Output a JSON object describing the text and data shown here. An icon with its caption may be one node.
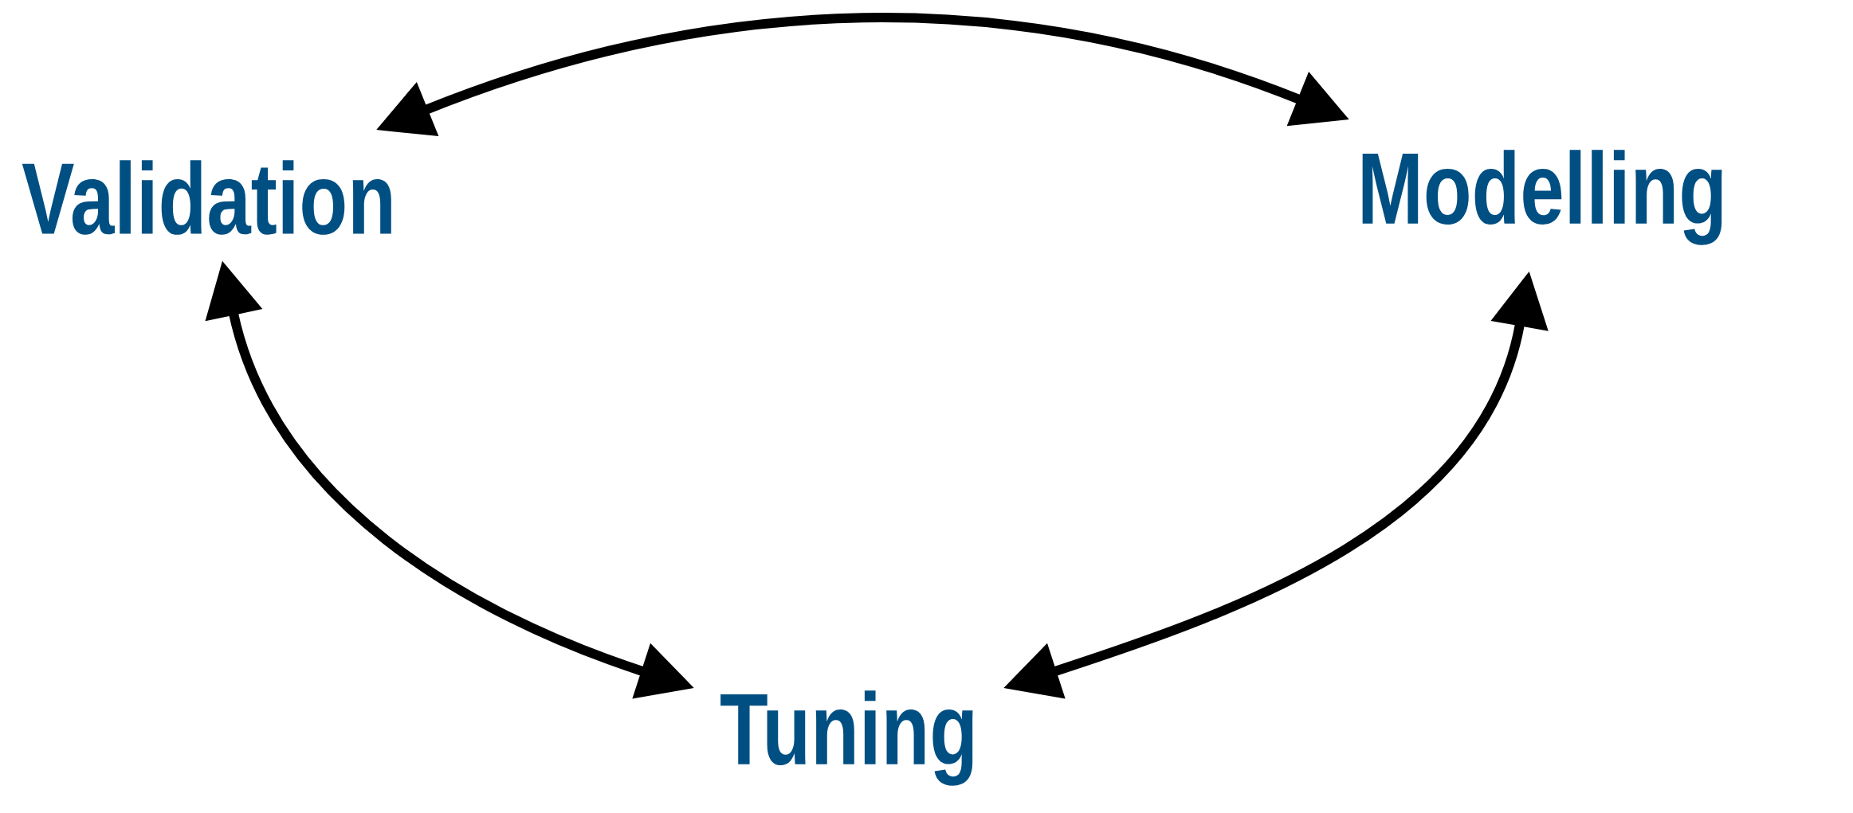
{
  "diagram": {
    "nodes": [
      {
        "text": [
          "Validation"
        ]
      },
      {
        "text": [
          "Modelling"
        ]
      },
      {
        "text": [
          "Tuning"
        ]
      }
    ],
    "edges": [
      {
        "from": 0,
        "to": 1,
        "arrow": "both"
      },
      {
        "from": 0,
        "to": 2,
        "arrow": "both"
      },
      {
        "from": 2,
        "to": 1,
        "arrow": "both"
      }
    ]
  }
}
